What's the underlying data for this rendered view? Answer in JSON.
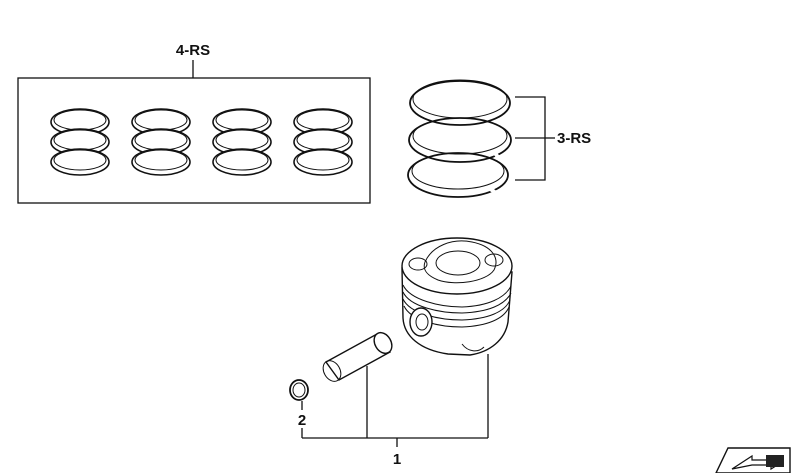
{
  "labels": {
    "ring_set_4": "4-RS",
    "ring_set_3": "3-RS",
    "circlip": "2",
    "piston_assembly": "1"
  },
  "ring_set_4": {
    "stacks": 4,
    "rings_per_stack": 3
  },
  "ring_set_3": {
    "rings": 3
  },
  "nav_icon": "page-forward-arrow-icon"
}
